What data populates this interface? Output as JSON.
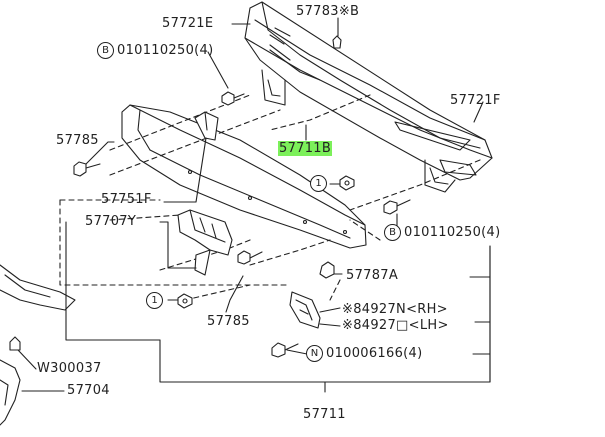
{
  "parts": {
    "p57721e": "57721E",
    "p57783b": "57783※B",
    "b_bolt_top": "010110250(4)",
    "p57721f": "57721F",
    "p57785_top": "57785",
    "p57711b": "57711B",
    "p57751f": "57751F",
    "p57707y": "57707Y",
    "b_bolt_right": "010110250(4)",
    "p57787a": "57787A",
    "p84927n": "※84927N<RH>",
    "p84927o": "※84927□<LH>",
    "p57785_bottom": "57785",
    "n_nut": "010006166(4)",
    "w300037": "W300037",
    "p57704": "57704",
    "p57711": "57711"
  },
  "callouts": {
    "b": "B",
    "n": "N",
    "one": "1"
  },
  "colors": {
    "line": "#222222",
    "highlight": "#7cf05a"
  }
}
